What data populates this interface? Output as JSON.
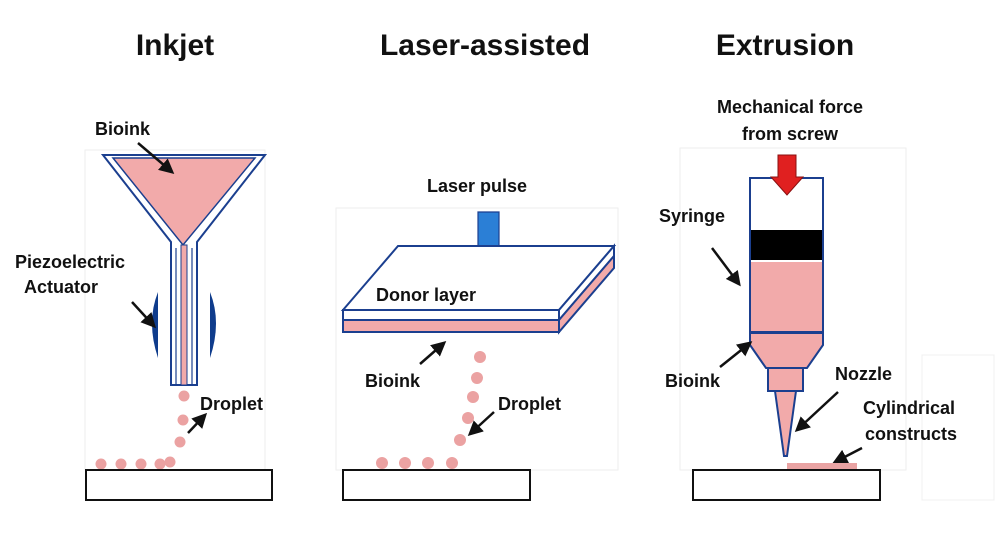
{
  "panels": {
    "inkjet": {
      "title": "Inkjet",
      "bioink": "Bioink",
      "actuator_line1": "Piezoelectric",
      "actuator_line2": "Actuator",
      "droplet": "Droplet"
    },
    "laser": {
      "title": "Laser-assisted",
      "laser_pulse": "Laser pulse",
      "donor_layer": "Donor layer",
      "bioink": "Bioink",
      "droplet": "Droplet"
    },
    "extrusion": {
      "title": "Extrusion",
      "force_line1": "Mechanical force",
      "force_line2": "from screw",
      "syringe": "Syringe",
      "bioink": "Bioink",
      "nozzle": "Nozzle",
      "constructs_line1": "Cylindrical",
      "constructs_line2": "constructs"
    }
  },
  "colors": {
    "outline": "#1b3f8f",
    "bioink": "#f2aaaa",
    "droplet": "#eba2a2",
    "actuator": "#0f3c8c",
    "laser_arrow": "#2b7fd6",
    "force_arrow": "#e02020",
    "plunger": "#000000"
  }
}
